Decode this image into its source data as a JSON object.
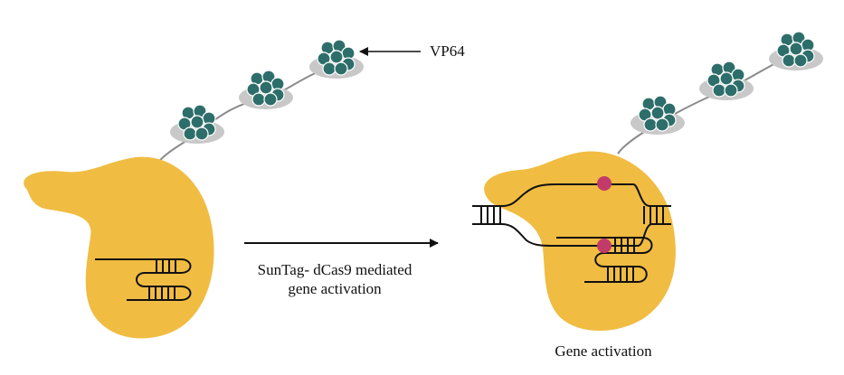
{
  "labels": {
    "vp64": "VP64",
    "mechanism_line1": "SunTag- dCas9 mediated",
    "mechanism_line2": "gene activation",
    "result": "Gene activation"
  },
  "colors": {
    "dcas9": "#F0BC42",
    "vp64": "#2E6E6A",
    "scaffold": "#C8C8C8",
    "linker": "#8A8A8A",
    "dna": "#111111",
    "activation_site": "#C23A6A"
  },
  "icons": {
    "vp64_cluster": "protein-cluster-icon",
    "activation_site": "dot-icon"
  }
}
